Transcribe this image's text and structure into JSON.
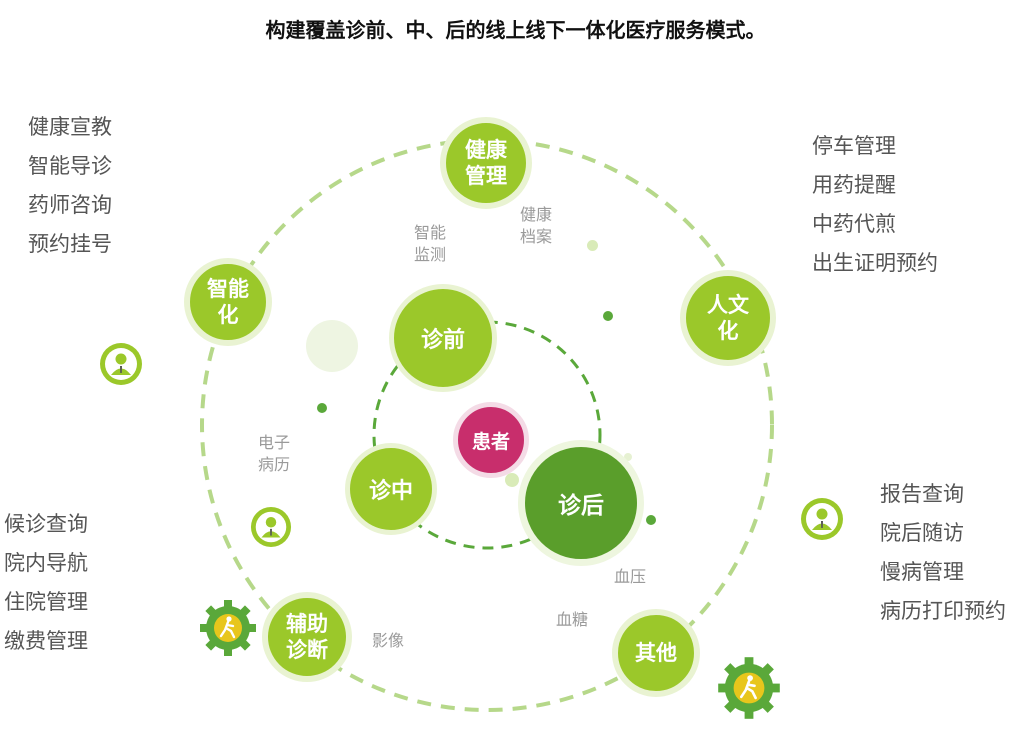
{
  "title": "构建覆盖诊前、中、后的线上线下一体化医疗服务模式。",
  "colors": {
    "primary_green": "#9bc82a",
    "dark_green": "#5a9e2b",
    "patient_magenta": "#c82e6c",
    "ring_green": "#b6d88a",
    "inner_ring_green": "#5aa83a"
  },
  "outer_nodes": {
    "health": "健康\n管理",
    "smart": "智能\n化",
    "humane": "人文\n化",
    "assist": "辅助\n诊断",
    "other": "其他"
  },
  "inner_nodes": {
    "before": "诊前",
    "during": "诊中",
    "after": "诊后",
    "patient": "患者"
  },
  "small_labels": {
    "smart_monitor": "智能\n监测",
    "health_record": "健康\n档案",
    "emr": "电子\n病历",
    "blood_pressure": "血压",
    "blood_sugar": "血糖",
    "imaging": "影像"
  },
  "lists": {
    "top_left": [
      "健康宣教",
      "智能导诊",
      "药师咨询",
      "预约挂号"
    ],
    "top_right": [
      "停车管理",
      "用药提醒",
      "中药代煎",
      "出生证明预约"
    ],
    "bottom_left": [
      "候诊查询",
      "院内导航",
      "住院管理",
      "缴费管理"
    ],
    "bottom_right": [
      "报告查询",
      "院后随访",
      "慢病管理",
      "病历打印预约"
    ]
  },
  "icons": [
    "person-icon",
    "person-icon",
    "person-icon",
    "gear-walk-icon",
    "gear-walk-icon"
  ]
}
